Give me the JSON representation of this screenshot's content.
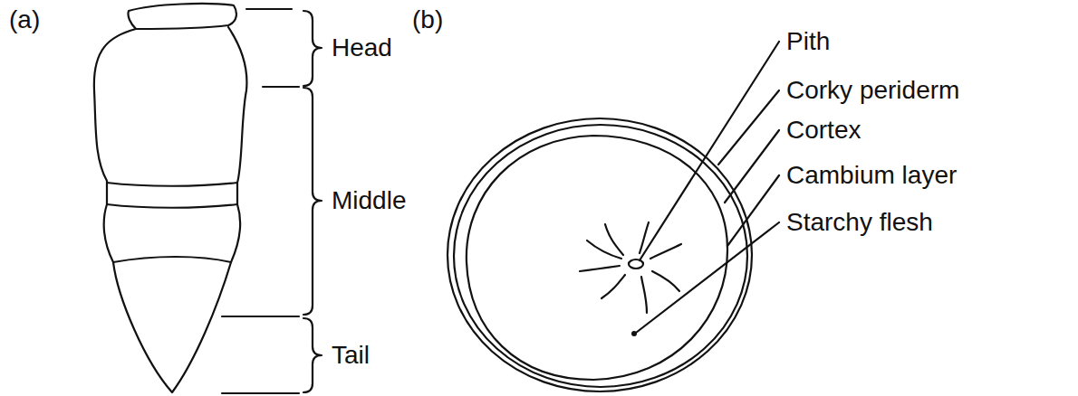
{
  "diagram": {
    "labels": [
      "(a)",
      "Head",
      "Middle",
      "Tail",
      "(b)",
      "Pith",
      "Corky periderm",
      "Cortex",
      "Cambium layer",
      "Starchy flesh"
    ]
  }
}
